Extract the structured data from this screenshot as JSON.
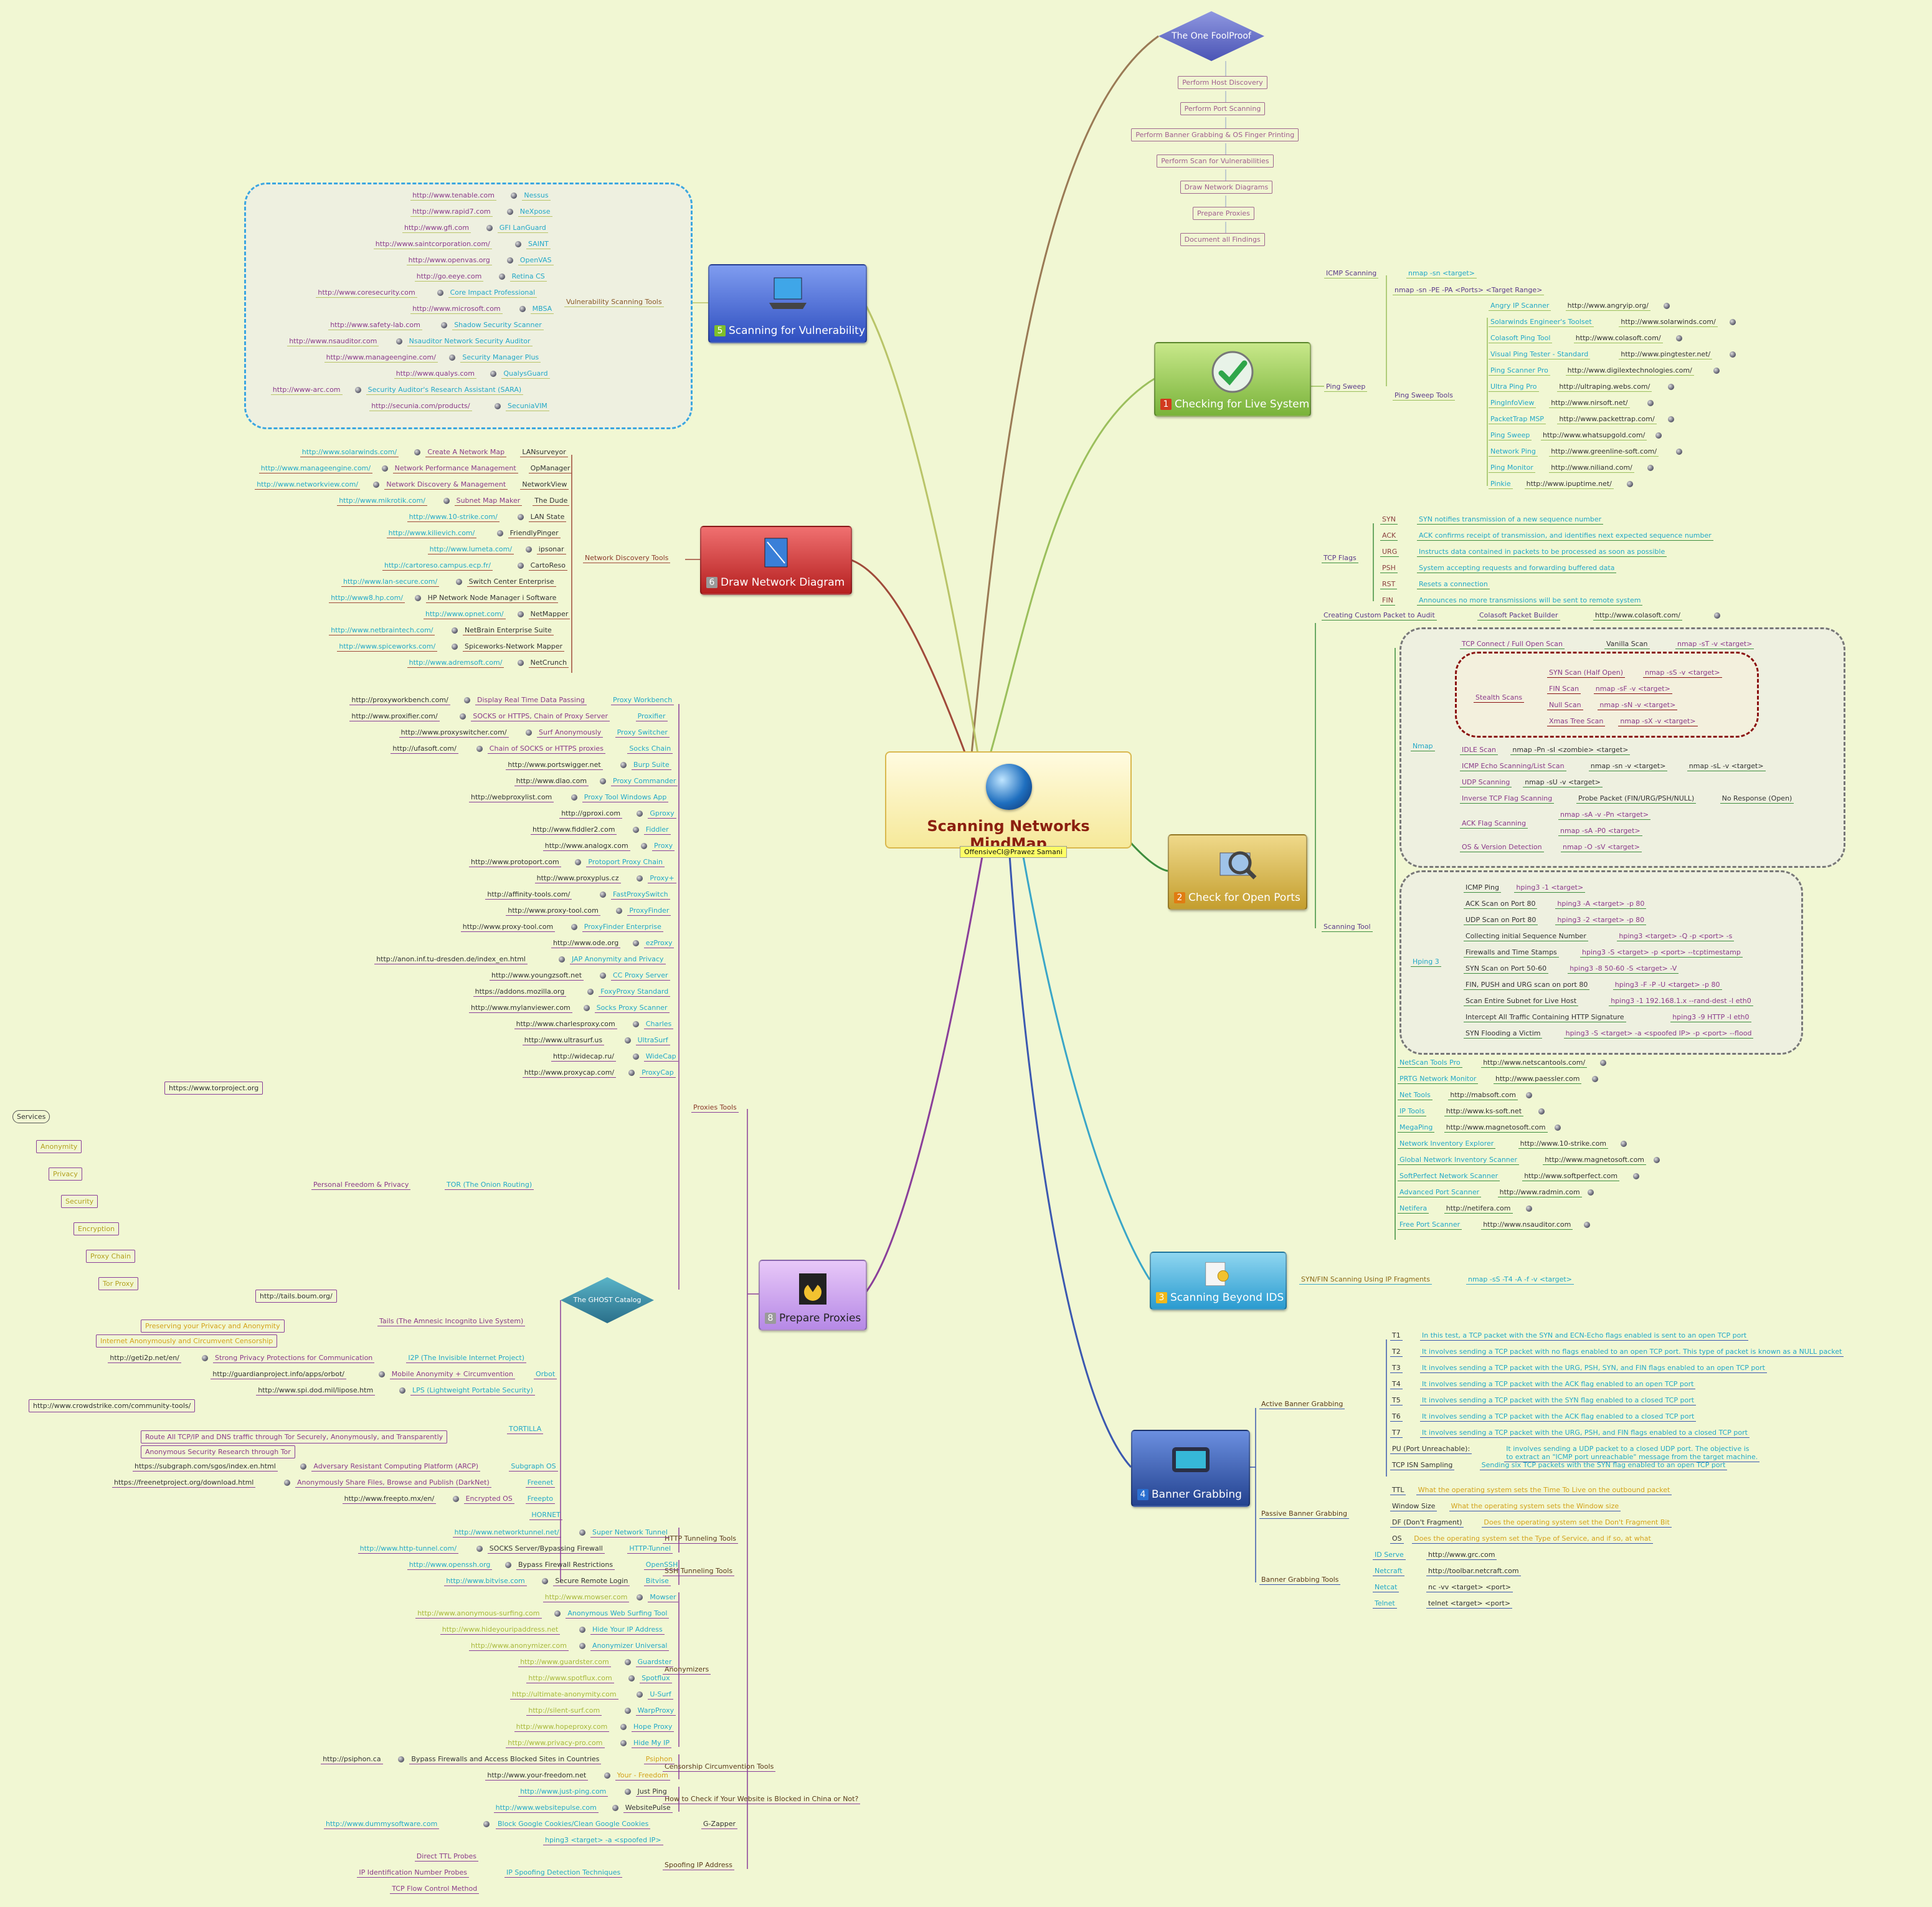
{
  "center": {
    "title": "Scanning Networks MindMap",
    "author": "OffensiveCI@Prawez Samani"
  },
  "onefoolproof": {
    "title": "The One FoolProof",
    "steps": [
      "Perform Host Discovery",
      "Perform Port Scanning",
      "Perform Banner Grabbing & OS Finger Printing",
      "Perform Scan for Vulnerabilities",
      "Draw Network Diagrams",
      "Prepare Proxies",
      "Document all Findings"
    ]
  },
  "branches": {
    "b1": {
      "num": "1",
      "label": "Checking for Live System"
    },
    "b2": {
      "num": "2",
      "label": "Check for Open Ports"
    },
    "b3": {
      "num": "3",
      "label": "Scanning Beyond IDS"
    },
    "b4": {
      "num": "4",
      "label": "Banner Grabbing"
    },
    "b5": {
      "num": "5",
      "label": "Scanning for Vulnerability"
    },
    "b6": {
      "num": "6",
      "label": "Draw Network Diagram"
    },
    "b8": {
      "num": "8",
      "label": "Prepare Proxies"
    }
  },
  "live": {
    "icmp_label": "ICMP Scanning",
    "icmp_cmd": "nmap -sn <target>",
    "ping_sweep": "Ping Sweep",
    "ps_cmd": "nmap -sn -PE -PA <Ports> <Target Range>",
    "tools_label": "Ping Sweep Tools",
    "tools": [
      [
        "Angry IP Scanner",
        "http://www.angryip.org/"
      ],
      [
        "Solarwinds Engineer's Toolset",
        "http://www.solarwinds.com/"
      ],
      [
        "Colasoft Ping Tool",
        "http://www.colasoft.com/"
      ],
      [
        "Visual Ping Tester - Standard",
        "http://www.pingtester.net/"
      ],
      [
        "Ping Scanner Pro",
        "http://www.digilextechnologies.com/"
      ],
      [
        "Ultra Ping Pro",
        "http://ultraping.webs.com/"
      ],
      [
        "PingInfoView",
        "http://www.nirsoft.net/"
      ],
      [
        "PacketTrap MSP",
        "http://www.packettrap.com/"
      ],
      [
        "Ping Sweep",
        "http://www.whatsupgold.com/"
      ],
      [
        "Network Ping",
        "http://www.greenline-soft.com/"
      ],
      [
        "Ping Monitor",
        "http://www.niliand.com/"
      ],
      [
        "Pinkie",
        "http://www.ipuptime.net/"
      ]
    ]
  },
  "ports": {
    "tcp_flags": "TCP Flags",
    "flags": [
      [
        "SYN",
        "SYN notifies transmission of a new sequence number"
      ],
      [
        "ACK",
        "ACK confirms receipt of transmission, and identifies next expected sequence number"
      ],
      [
        "URG",
        "Instructs data contained in packets to be processed as soon as possible"
      ],
      [
        "PSH",
        "System accepting requests and forwarding buffered data"
      ],
      [
        "RST",
        "Resets a connection"
      ],
      [
        "FIN",
        "Announces no more transmissions will be sent to remote system"
      ]
    ],
    "custom": [
      "Creating Custom Packet to Audit",
      "Colasoft Packet Builder",
      "http://www.colasoft.com/"
    ],
    "scanning_tool": "Scanning Tool",
    "nmap": "Nmap",
    "tcp_connect": [
      "TCP Connect / Full Open Scan",
      "Vanilla Scan",
      "nmap -sT -v <target>"
    ],
    "stealth_label": "Stealth Scans",
    "stealth": [
      [
        "SYN Scan (Half Open)",
        "nmap -sS -v <target>"
      ],
      [
        "FIN Scan",
        "nmap -sF -v <target>"
      ],
      [
        "Null Scan",
        "nmap -sN -v <target>"
      ],
      [
        "Xmas Tree Scan",
        "nmap -sX -v <target>"
      ]
    ],
    "nmap_rest": [
      [
        "IDLE Scan",
        "nmap -Pn -sI <zombie> <target>"
      ],
      [
        "ICMP Echo Scanning/List Scan",
        "nmap -sn -v <target>",
        "nmap -sL -v <target>"
      ],
      [
        "UDP Scanning",
        "nmap -sU -v <target>"
      ],
      [
        "Inverse TCP Flag Scanning",
        "Probe Packet (FIN/URG/PSH/NULL)",
        "No Response (Open)"
      ]
    ],
    "ack_label": "ACK Flag Scanning",
    "ack_cmds": [
      "nmap -sA -v -Pn <target>",
      "nmap -sA -P0 <target>"
    ],
    "os_detect": [
      "OS & Version Detection",
      "nmap -O -sV <target>"
    ],
    "hping": "Hping 3",
    "hping_rows": [
      [
        "ICMP Ping",
        "hping3 -1 <target>"
      ],
      [
        "ACK Scan on Port 80",
        "hping3 -A <target> -p 80"
      ],
      [
        "UDP Scan on Port 80",
        "hping3 -2 <target> -p 80"
      ],
      [
        "Collecting initial Sequence Number",
        "hping3 <target> -Q -p <port> -s"
      ],
      [
        "Firewalls and Time Stamps",
        "hping3 -S <target> -p <port> --tcptimestamp"
      ],
      [
        "SYN Scan on Port 50-60",
        "hping3 -8 50-60 -S <target> -V"
      ],
      [
        "FIN, PUSH and URG scan on port 80",
        "hping3 -F -P -U <target> -p 80"
      ],
      [
        "Scan Entire Subnet for Live Host",
        "hping3 -1 192.168.1.x --rand-dest -I eth0"
      ],
      [
        "Intercept All Traffic Containing HTTP Signature",
        "hping3 -9 HTTP -I eth0"
      ],
      [
        "SYN Flooding a Victim",
        "hping3 -S <target> -a <spoofed IP> -p <port> --flood"
      ]
    ],
    "tools": [
      [
        "NetScan Tools Pro",
        "http://www.netscantools.com/"
      ],
      [
        "PRTG Network Monitor",
        "http://www.paessler.com"
      ],
      [
        "Net Tools",
        "http://mabsoft.com"
      ],
      [
        "IP Tools",
        "http://www.ks-soft.net"
      ],
      [
        "MegaPing",
        "http://www.magnetosoft.com"
      ],
      [
        "Network Inventory Explorer",
        "http://www.10-strike.com"
      ],
      [
        "Global Network Inventory Scanner",
        "http://www.magnetosoft.com"
      ],
      [
        "SoftPerfect Network Scanner",
        "http://www.softperfect.com"
      ],
      [
        "Advanced Port Scanner",
        "http://www.radmin.com"
      ],
      [
        "Netifera",
        "http://netifera.com"
      ],
      [
        "Free Port Scanner",
        "http://www.nsauditor.com"
      ]
    ]
  },
  "ids": {
    "label": "SYN/FIN Scanning Using IP Fragments",
    "cmd": "nmap -sS -T4 -A -f -v <target>"
  },
  "banner": {
    "active": "Active Banner Grabbing",
    "active_rows": [
      [
        "T1",
        "In this test, a TCP packet with the SYN and ECN-Echo flags enabled is sent to an open TCP port"
      ],
      [
        "T2",
        "It involves sending a TCP packet with no flags enabled to an open TCP port. This type of packet is known as a NULL packet"
      ],
      [
        "T3",
        "It involves sending a TCP packet with the URG, PSH, SYN, and FIN flags enabled to an open TCP port"
      ],
      [
        "T4",
        "It involves sending a TCP packet with the ACK flag enabled to an open TCP port"
      ],
      [
        "T5",
        "It involves sending a TCP packet with the SYN flag enabled to a closed TCP port"
      ],
      [
        "T6",
        "It involves sending a TCP packet with the ACK flag enabled to a closed TCP port"
      ],
      [
        "T7",
        "It involves sending a TCP packet with the URG, PSH, and FIN flags enabled to a closed TCP port"
      ],
      [
        "PU (Port Unreachable):",
        "It involves sending a UDP packet to a closed UDP port. The objective is",
        "to extract an \"ICMP port unreachable\" message from the target machine."
      ],
      [
        "TCP ISN Sampling",
        "Sending six TCP packets with the SYN flag enabled to an open TCP port"
      ]
    ],
    "passive": "Passive Banner Grabbing",
    "passive_rows": [
      [
        "TTL",
        "What the operating system sets the Time To Live on the outbound packet"
      ],
      [
        "Window Size",
        "What the operating system sets the Window size"
      ],
      [
        "DF (Don't Fragment)",
        "Does the operating system set the Don't Fragment Bit"
      ],
      [
        "OS",
        "Does the operating system set the Type of Service, and if so, at what"
      ]
    ],
    "tools_label": "Banner Grabbing Tools",
    "tools": [
      [
        "ID Serve",
        "http://www.grc.com"
      ],
      [
        "Netcraft",
        "http://toolbar.netcraft.com"
      ],
      [
        "Netcat",
        "nc -vv <target> <port>"
      ],
      [
        "Telnet",
        "telnet <target> <port>"
      ]
    ]
  },
  "vuln": {
    "label": "Vulnerability Scanning Tools",
    "tools": [
      [
        "http://www.tenable.com",
        "Nessus"
      ],
      [
        "http://www.rapid7.com",
        "NeXpose"
      ],
      [
        "http://www.gfi.com",
        "GFI LanGuard"
      ],
      [
        "http://www.saintcorporation.com/",
        "SAINT"
      ],
      [
        "http://www.openvas.org",
        "OpenVAS"
      ],
      [
        "http://go.eeye.com",
        "Retina CS"
      ],
      [
        "http://www.coresecurity.com",
        "Core Impact Professional"
      ],
      [
        "http://www.microsoft.com",
        "MBSA"
      ],
      [
        "http://www.safety-lab.com",
        "Shadow Security Scanner"
      ],
      [
        "http://www.nsauditor.com",
        "Nsauditor Network Security Auditor"
      ],
      [
        "http://www.manageengine.com/",
        "Security Manager Plus"
      ],
      [
        "http://www.qualys.com",
        "QualysGuard"
      ],
      [
        "http://www-arc.com",
        "Security Auditor's Research Assistant (SARA)"
      ],
      [
        "http://secunia.com/products/",
        "SecuniaVIM"
      ]
    ]
  },
  "diagram": {
    "label": "Network Discovery Tools",
    "tools": [
      [
        "http://www.solarwinds.com/",
        "Create A Network Map",
        "LANsurveyor"
      ],
      [
        "http://www.manageengine.com/",
        "Network Performance Management",
        "OpManager"
      ],
      [
        "http://www.networkview.com/",
        "Network Discovery & Management",
        "NetworkView"
      ],
      [
        "http://www.mikrotik.com/",
        "Subnet Map Maker",
        "The Dude"
      ],
      [
        "http://www.10-strike.com/",
        "",
        "LAN State"
      ],
      [
        "http://www.kilievich.com/",
        "",
        "FriendlyPinger"
      ],
      [
        "http://www.lumeta.com/",
        "",
        "ipsonar"
      ],
      [
        "http://cartoreso.campus.ecp.fr/",
        "",
        "CartoReso"
      ],
      [
        "http://www.lan-secure.com/",
        "",
        "Switch Center Enterprise"
      ],
      [
        "http://www8.hp.com/",
        "",
        "HP Network Node Manager i Software"
      ],
      [
        "http://www.opnet.com/",
        "",
        "NetMapper"
      ],
      [
        "http://www.netbraintech.com/",
        "",
        "NetBrain Enterprise Suite"
      ],
      [
        "http://www.spiceworks.com/",
        "",
        "Spiceworks-Network Mapper"
      ],
      [
        "http://www.adremsoft.com/",
        "",
        "NetCrunch"
      ]
    ]
  },
  "proxies": {
    "label": "Proxies Tools",
    "tools": [
      [
        "http://proxyworkbench.com/",
        "Display Real Time Data Passing",
        "Proxy Workbench"
      ],
      [
        "http://www.proxifier.com/",
        "SOCKS or HTTPS, Chain of Proxy Server",
        "Proxifier"
      ],
      [
        "http://www.proxyswitcher.com/",
        "Surf Anonymously",
        "Proxy Switcher"
      ],
      [
        "http://ufasoft.com/",
        "Chain of SOCKS or HTTPS proxies",
        "Socks Chain"
      ],
      [
        "http://www.portswigger.net",
        "",
        "Burp Suite"
      ],
      [
        "http://www.dlao.com",
        "",
        "Proxy Commander"
      ],
      [
        "http://webproxylist.com",
        "",
        "Proxy Tool Windows App"
      ],
      [
        "http://gproxi.com",
        "",
        "Gproxy"
      ],
      [
        "http://www.fiddler2.com",
        "",
        "Fiddler"
      ],
      [
        "http://www.analogx.com",
        "",
        "Proxy"
      ],
      [
        "http://www.protoport.com",
        "",
        "Protoport Proxy Chain"
      ],
      [
        "http://www.proxyplus.cz",
        "",
        "Proxy+"
      ],
      [
        "http://affinity-tools.com/",
        "",
        "FastProxySwitch"
      ],
      [
        "http://www.proxy-tool.com",
        "",
        "ProxyFinder"
      ],
      [
        "http://www.proxy-tool.com",
        "",
        "ProxyFinder Enterprise"
      ],
      [
        "http://www.ode.org",
        "",
        "ezProxy"
      ],
      [
        "http://anon.inf.tu-dresden.de/index_en.html",
        "",
        "JAP Anonymity and Privacy"
      ],
      [
        "http://www.youngzsoft.net",
        "",
        "CC Proxy Server"
      ],
      [
        "https://addons.mozilla.org",
        "",
        "FoxyProxy Standard"
      ],
      [
        "http://www.mylanviewer.com",
        "",
        "Socks Proxy Scanner"
      ],
      [
        "http://www.charlesproxy.com",
        "",
        "Charles"
      ],
      [
        "http://www.ultrasurf.us",
        "",
        "UltraSurf"
      ],
      [
        "http://widecap.ru/",
        "",
        "WideCap"
      ],
      [
        "http://www.proxycap.com/",
        "",
        "ProxyCap"
      ]
    ],
    "tor_url": "https://www.torproject.org",
    "services": "Services",
    "services_chain": [
      "Anonymity",
      "Privacy",
      "Security",
      "Encryption",
      "Proxy Chain",
      "Tor Proxy"
    ],
    "personal": "Personal Freedom & Privacy",
    "tor": "TOR (The Onion Routing)",
    "ghost": "The GHOST Catalog",
    "tails_url": "http://tails.boum.org/",
    "tails": "Tails (The Amnesic Incognito Live System)",
    "tails_desc": [
      "Preserving your Privacy and Anonymity",
      "Internet Anonymously and Circumvent Censorship"
    ],
    "ghost_rows": [
      [
        "http://geti2p.net/en/",
        "Strong Privacy Protections for Communication",
        "I2P (The Invisible Internet Project)"
      ],
      [
        "http://guardianproject.info/apps/orbot/",
        "Mobile Anonymity + Circumvention",
        "Orbot"
      ],
      [
        "http://www.spi.dod.mil/lipose.htm",
        "",
        "LPS (Lightweight Portable Security)"
      ]
    ],
    "tortilla_url": "http://www.crowdstrike.com/community-tools/",
    "tortilla": "TORTILLA",
    "tortilla_desc": [
      "Route All TCP/IP and DNS traffic through Tor Securely, Anonymously, and Transparently",
      "Anonymous Security Research through Tor"
    ],
    "ghost_rows2": [
      [
        "https://subgraph.com/sgos/index.en.html",
        "Adversary Resistant Computing Platform (ARCP)",
        "Subgraph OS"
      ],
      [
        "https://freenetproject.org/download.html",
        "Anonymously Share Files, Browse and Publish (DarkNet)",
        "Freenet"
      ],
      [
        "http://www.freepto.mx/en/",
        "Encrypted OS",
        "Freepto"
      ],
      [
        "",
        "",
        "HORNET"
      ]
    ],
    "http_tunnel": "HTTP Tunneling Tools",
    "http_rows": [
      [
        "http://www.networktunnel.net/",
        "",
        "Super Network Tunnel"
      ],
      [
        "http://www.http-tunnel.com/",
        "SOCKS Server/Bypassing Firewall",
        "HTTP-Tunnel"
      ]
    ],
    "ssh_tunnel": "SSH Tunneling Tools",
    "ssh_rows": [
      [
        "http://www.openssh.org",
        "Bypass Firewall Restrictions",
        "OpenSSH"
      ],
      [
        "http://www.bitvise.com",
        "Secure Remote Login",
        "Bitvise"
      ]
    ],
    "anonymizers": "Anonymizers",
    "anon_rows": [
      [
        "http://www.mowser.com",
        "Mowser"
      ],
      [
        "http://www.anonymous-surfing.com",
        "Anonymous Web Surfing Tool"
      ],
      [
        "http://www.hideyouripaddress.net",
        "Hide Your IP Address"
      ],
      [
        "http://www.anonymizer.com",
        "Anonymizer Universal"
      ],
      [
        "http://www.guardster.com",
        "Guardster"
      ],
      [
        "http://www.spotflux.com",
        "Spotflux"
      ],
      [
        "http://ultimate-anonymity.com",
        "U-Surf"
      ],
      [
        "http://silent-surf.com",
        "WarpProxy"
      ],
      [
        "http://www.hopeproxy.com",
        "Hope Proxy"
      ],
      [
        "http://www.privacy-pro.com",
        "Hide My IP"
      ]
    ],
    "censor": "Censorship Circumvention Tools",
    "censor_rows": [
      [
        "http://psiphon.ca",
        "Bypass Firewalls and Access Blocked Sites in Countries",
        "Psiphon"
      ],
      [
        "http://www.your-freedom.net",
        "",
        "Your - Freedom"
      ]
    ],
    "blocked": "How to Check if Your Website is Blocked in China or Not?",
    "blocked_rows": [
      [
        "http://www.just-ping.com",
        "Just Ping"
      ],
      [
        "http://www.websitepulse.com",
        "WebsitePulse"
      ]
    ],
    "gzapper": [
      "http://www.dummysoftware.com",
      "Block Google Cookies/Clean Google Cookies",
      "G-Zapper"
    ],
    "spoof": "Spoofing IP Address",
    "spoof_cmd": "hping3 <target> -a <spoofed IP>",
    "spoof_detect": "IP Spoofing Detection Techniques",
    "spoof_rows": [
      "Direct TTL Probes",
      "IP Identification Number Probes",
      "TCP Flow Control Method"
    ]
  },
  "colors": {
    "bg": "#f1f7d3",
    "cyan": "#22a8c8",
    "green": "#3f8f3f",
    "purple": "#8a3a8a",
    "magenta": "#a24fb3",
    "brown": "#8b5a2b"
  }
}
